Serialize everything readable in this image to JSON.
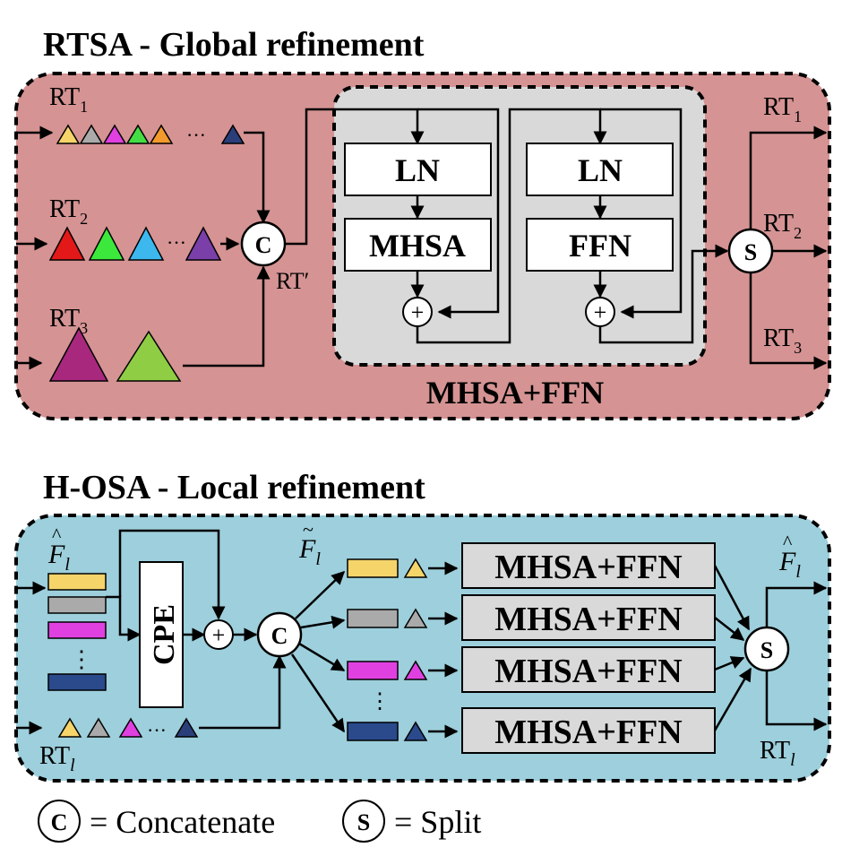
{
  "rtsa": {
    "title": "RTSA - Global refinement",
    "bg_color": "#d59393",
    "inner_bg_color": "#d9d9d9",
    "rt1": "RT",
    "rt1_sub": "1",
    "rt2": "RT",
    "rt2_sub": "2",
    "rt3": "RT",
    "rt3_sub": "3",
    "rt_prime": "RT′",
    "ln_left": "LN",
    "mhsa": "MHSA",
    "ln_right": "LN",
    "ffn": "FFN",
    "plus": "+",
    "concat_symbol": "C",
    "split_symbol": "S",
    "block_label": "MHSA+FFN",
    "out_rt1": "RT",
    "out_rt1_sub": "1",
    "out_rt2": "RT",
    "out_rt2_sub": "2",
    "out_rt3": "RT",
    "out_rt3_sub": "3",
    "dots": "···"
  },
  "hosa": {
    "title": "H-OSA - Local refinement",
    "bg_color": "#9dcfdc",
    "f_hat_in": "F",
    "f_hat_sub": "l",
    "cpe": "CPE",
    "plus": "+",
    "concat_symbol": "C",
    "split_symbol": "S",
    "f_tilde": "F",
    "f_tilde_sub": "l",
    "blocks": [
      "MHSA+FFN",
      "MHSA+FFN",
      "MHSA+FFN",
      "MHSA+FFN"
    ],
    "f_hat_out": "F",
    "f_hat_out_sub": "l",
    "rt_l": "RT",
    "rt_l_sub": "l",
    "out_rt_l": "RT",
    "out_rt_l_sub": "l",
    "dots": "···",
    "vdots": "⋮"
  },
  "legend": {
    "c_symbol": "C",
    "c_text": "= Concatenate",
    "s_symbol": "S",
    "s_text": "= Split"
  },
  "token_colors": {
    "rt1": [
      "#f5d46a",
      "#aaaaaa",
      "#e040e0",
      "#44dd44",
      "#f39a2c",
      "#2a3f7a"
    ],
    "rt2": [
      "#e31919",
      "#3ce83c",
      "#3cb8ee",
      "#7a3fa8"
    ],
    "rt3": [
      "#a8287e",
      "#8fcd44"
    ],
    "rtl": [
      "#f5d46a",
      "#aaaaaa",
      "#e040e0",
      "#2a3f7a"
    ],
    "blocks": [
      "#f5d46a",
      "#aaaaaa",
      "#e040e0",
      "#2a4a8c"
    ]
  }
}
